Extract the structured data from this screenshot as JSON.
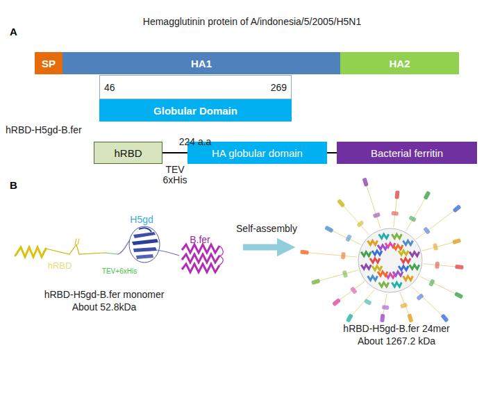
{
  "diagram": {
    "nodes": [
      {
        "text": [
          "SP"
        ]
      },
      {
        "text": [
          "HA1"
        ]
      },
      {
        "text": [
          "HA2"
        ]
      },
      {
        "text": [
          "46",
          "269"
        ]
      },
      {
        "text": [
          "Globular Domain"
        ]
      },
      {
        "text": [
          "hRBD"
        ]
      },
      {
        "text": [
          "HA globular domain"
        ]
      },
      {
        "text": [
          "Bacterial ferritin"
        ]
      }
    ],
    "edges": [
      {
        "from": 5,
        "to": 6,
        "arrow": "none",
        "label": "TEV 6xHis"
      },
      {
        "from": 6,
        "to": 7,
        "arrow": "none"
      }
    ],
    "labels": [
      "A",
      "Hemagglutinin protein of A/indonesia/5/2005/H5N1",
      "224 a.a",
      "hRBD-H5gd-B.fer",
      "B",
      "H5gd",
      "B.fer",
      "hRBD",
      "TEV+6xHis",
      "Self-assembly",
      "hRBD-H5gd-B.fer monomer About 52.8kDa",
      "hRBD-H5gd-B.fer 24mer About 1267.2 kDa"
    ]
  }
}
